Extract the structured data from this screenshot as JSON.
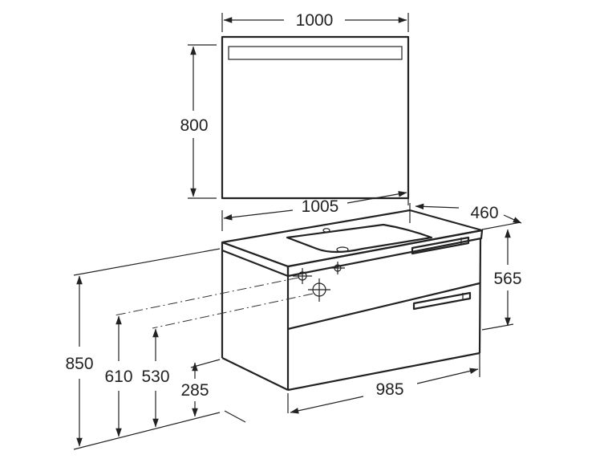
{
  "dimensions": {
    "mirror_width": "1000",
    "mirror_height": "800",
    "top_width": "1005",
    "depth": "460",
    "cabinet_height": "565",
    "floor_to_top": "850",
    "floor_to_trap": "610",
    "floor_to_drain": "530",
    "floor_to_base": "285",
    "cabinet_width": "985"
  },
  "colors": {
    "line": "#222222",
    "background": "#ffffff"
  }
}
